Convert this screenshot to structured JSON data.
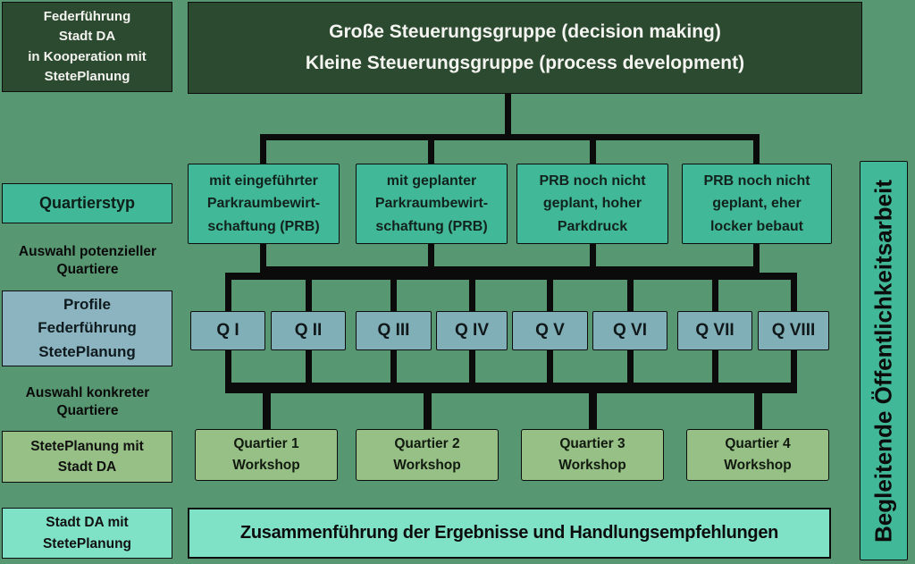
{
  "palette": {
    "background": "#579771",
    "dark_green": "#2c4a30",
    "teal": "#41b897",
    "blue_gray": "#80afb8",
    "profile_blue": "#8cb4c0",
    "olive_green": "#96c086",
    "mint": "#7fe2c7",
    "connector": "#0b0b0b"
  },
  "left_column": {
    "lead_box": "Federführung\nStadt DA\nin Kooperation mit\nStetePlanung",
    "quartierstyp_label": "Quartierstyp",
    "auswahl_potenzieller": "Auswahl potenzieller\nQuartiere",
    "profile_box": "Profile\nFederführung\nStetePlanung",
    "auswahl_konkreter": "Auswahl konkreter\nQuartiere",
    "steteplanung_box": "StetePlanung mit\nStadt DA",
    "stadt_da_box": "Stadt DA mit\nStetePlanung"
  },
  "header": {
    "line1": "Große Steuerungsgruppe (decision making)",
    "line2": "Kleine Steuerungsgruppe (process development)"
  },
  "quartier_types": [
    {
      "label": "mit eingeführter\nParkraumbewirt-\nschaftung (PRB)"
    },
    {
      "label": "mit geplanter\nParkraumbewirt-\nschaftung (PRB)"
    },
    {
      "label": "PRB noch nicht\ngeplant, hoher\nParkdruck"
    },
    {
      "label": "PRB noch nicht\ngeplant, eher\nlocker bebaut"
    }
  ],
  "quartiere": [
    {
      "label": "Q I"
    },
    {
      "label": "Q II"
    },
    {
      "label": "Q III"
    },
    {
      "label": "Q IV"
    },
    {
      "label": "Q V"
    },
    {
      "label": "Q VI"
    },
    {
      "label": "Q VII"
    },
    {
      "label": "Q VIII"
    }
  ],
  "workshops": [
    {
      "label": "Quartier 1\nWorkshop"
    },
    {
      "label": "Quartier 2\nWorkshop"
    },
    {
      "label": "Quartier 3\nWorkshop"
    },
    {
      "label": "Quartier 4\nWorkshop"
    }
  ],
  "bottom_bar": "Zusammenführung der Ergebnisse und Handlungsempfehlungen",
  "right_bar": "Begleitende Öffentlichkeitsarbeit"
}
